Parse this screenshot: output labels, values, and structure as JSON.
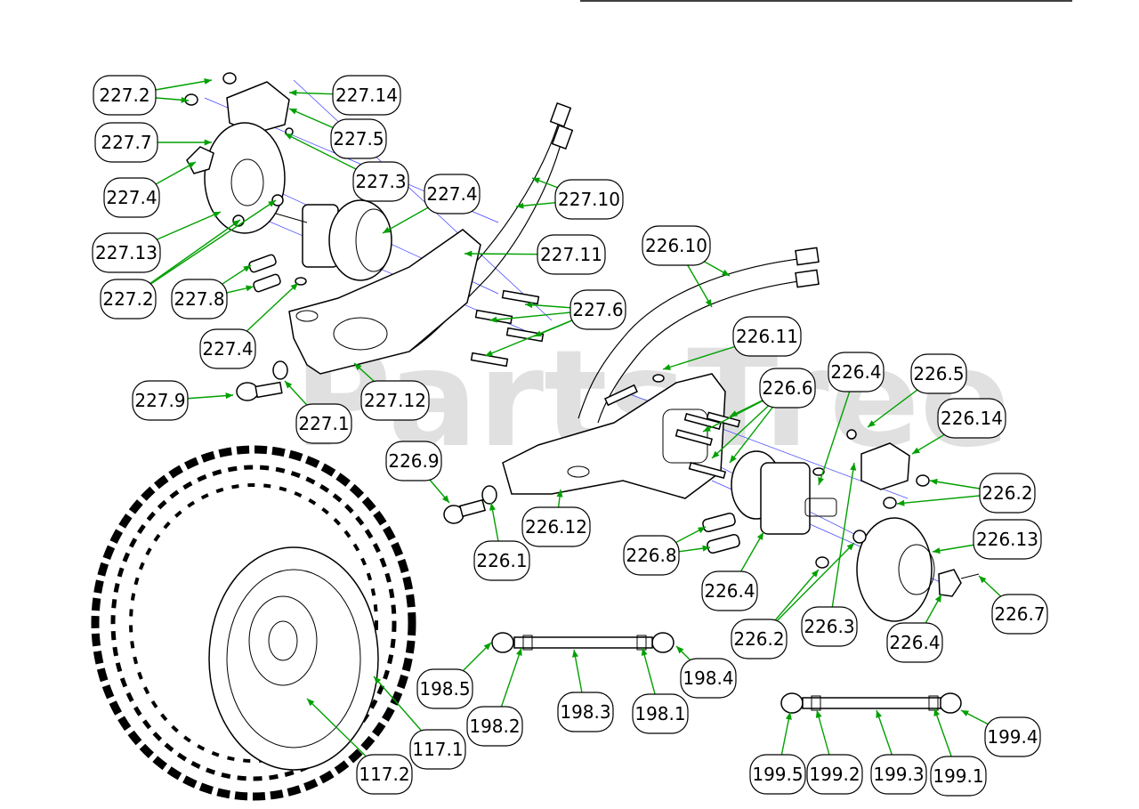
{
  "watermark": "PartsTree",
  "colors": {
    "leader": "#00a000",
    "axis": "#4040ff",
    "watermark": "#d4d4d4"
  },
  "callouts": [
    {
      "label": "227.2"
    },
    {
      "label": "227.14"
    },
    {
      "label": "227.5"
    },
    {
      "label": "227.7"
    },
    {
      "label": "227.3"
    },
    {
      "label": "227.4"
    },
    {
      "label": "227.4"
    },
    {
      "label": "227.10"
    },
    {
      "label": "227.13"
    },
    {
      "label": "227.11"
    },
    {
      "label": "227.2"
    },
    {
      "label": "227.8"
    },
    {
      "label": "227.6"
    },
    {
      "label": "227.4"
    },
    {
      "label": "226.10"
    },
    {
      "label": "226.11"
    },
    {
      "label": "227.9"
    },
    {
      "label": "227.12"
    },
    {
      "label": "227.1"
    },
    {
      "label": "226.4"
    },
    {
      "label": "226.5"
    },
    {
      "label": "226.6"
    },
    {
      "label": "226.14"
    },
    {
      "label": "226.9"
    },
    {
      "label": "226.2"
    },
    {
      "label": "226.12"
    },
    {
      "label": "226.13"
    },
    {
      "label": "226.1"
    },
    {
      "label": "226.8"
    },
    {
      "label": "226.4"
    },
    {
      "label": "226.7"
    },
    {
      "label": "226.2"
    },
    {
      "label": "226.3"
    },
    {
      "label": "226.4"
    },
    {
      "label": "198.4"
    },
    {
      "label": "198.5"
    },
    {
      "label": "198.2"
    },
    {
      "label": "198.3"
    },
    {
      "label": "198.1"
    },
    {
      "label": "199.4"
    },
    {
      "label": "117.1"
    },
    {
      "label": "199.5"
    },
    {
      "label": "199.2"
    },
    {
      "label": "199.3"
    },
    {
      "label": "199.1"
    },
    {
      "label": "117.2"
    }
  ]
}
